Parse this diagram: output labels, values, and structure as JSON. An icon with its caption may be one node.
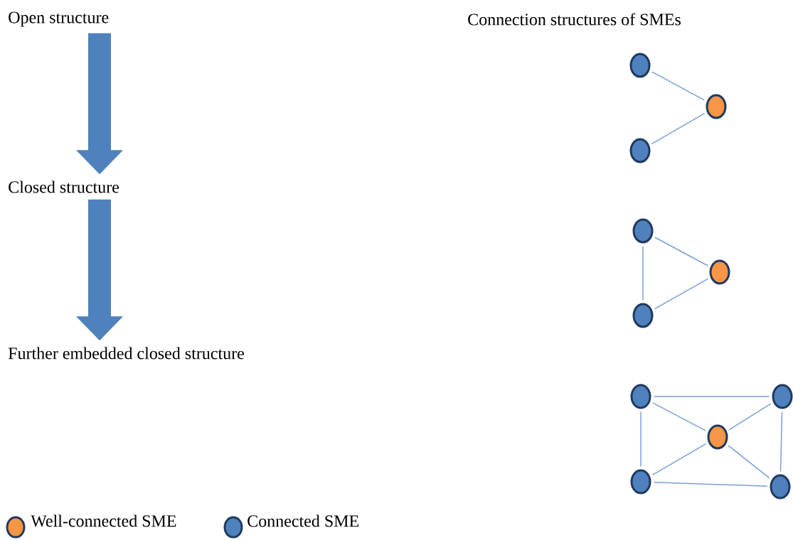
{
  "diagram": {
    "title": "Connection structures of SMEs",
    "nodes": [
      {
        "text": [
          "Open structure"
        ]
      },
      {
        "text": [
          "Closed structure"
        ]
      },
      {
        "text": [
          "Further embedded closed structure"
        ]
      },
      {
        "text": [],
        "shape": "circle"
      },
      {
        "text": [],
        "shape": "circle"
      },
      {
        "text": [],
        "shape": "circle"
      },
      {
        "text": [],
        "shape": "circle"
      },
      {
        "text": [],
        "shape": "circle"
      },
      {
        "text": [],
        "shape": "circle"
      },
      {
        "text": [],
        "shape": "circle"
      },
      {
        "text": [],
        "shape": "circle"
      },
      {
        "text": [],
        "shape": "circle"
      },
      {
        "text": [],
        "shape": "circle"
      },
      {
        "text": [],
        "shape": "circle"
      }
    ],
    "edges": [
      {
        "from": 0,
        "to": 1,
        "arrow": "to",
        "style": "thick"
      },
      {
        "from": 1,
        "to": 2,
        "arrow": "to",
        "style": "thick"
      },
      {
        "from": 3,
        "to": 4,
        "arrow": "none"
      },
      {
        "from": 5,
        "to": 4,
        "arrow": "none"
      },
      {
        "from": 6,
        "to": 7,
        "arrow": "none"
      },
      {
        "from": 6,
        "to": 8,
        "arrow": "none"
      },
      {
        "from": 8,
        "to": 7,
        "arrow": "none"
      },
      {
        "from": 9,
        "to": 10,
        "arrow": "none"
      },
      {
        "from": 9,
        "to": 12,
        "arrow": "none"
      },
      {
        "from": 9,
        "to": 11,
        "arrow": "none"
      },
      {
        "from": 10,
        "to": 11,
        "arrow": "none"
      },
      {
        "from": 10,
        "to": 13,
        "arrow": "none"
      },
      {
        "from": 11,
        "to": 12,
        "arrow": "none"
      },
      {
        "from": 11,
        "to": 13,
        "arrow": "none"
      },
      {
        "from": 12,
        "to": 13,
        "arrow": "none"
      }
    ],
    "legend": [
      {
        "text": "Well-connected SME",
        "color": "#f79646"
      },
      {
        "text": "Connected SME",
        "color": "#4f81bd"
      }
    ]
  }
}
